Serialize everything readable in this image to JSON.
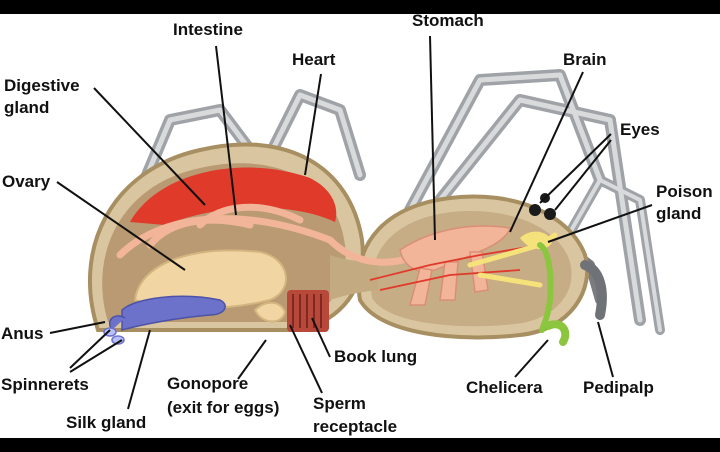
{
  "diagram": {
    "labels": {
      "intestine": "Intestine",
      "stomach": "Stomach",
      "heart": "Heart",
      "brain": "Brain",
      "digestive_gland_1": "Digestive",
      "digestive_gland_2": "gland",
      "eyes": "Eyes",
      "poison_gland_1": "Poison",
      "poison_gland_2": "gland",
      "ovary": "Ovary",
      "anus": "Anus",
      "book_lung": "Book lung",
      "spinnerets": "Spinnerets",
      "gonopore_1": "Gonopore",
      "gonopore_2": "(exit for eggs)",
      "chelicera": "Chelicera",
      "pedipalp": "Pedipalp",
      "silk_gland": "Silk gland",
      "sperm_receptacle_1": "Sperm",
      "sperm_receptacle_2": "receptacle"
    },
    "colors": {
      "body_outline": "#a88f62",
      "body_fill": "#d9c6a0",
      "cavity_fill": "#b99a73",
      "heart_red": "#e03a2b",
      "intestine_pink": "#f2b59a",
      "ovary_tan": "#f1d5a3",
      "silk_gland_blue": "#6c72c9",
      "book_lung_brown": "#b8483a",
      "poison_green": "#8cc63f",
      "nerve_yellow": "#f6e27a",
      "leg_gray": "#b9bcc0",
      "eye_black": "#1a1a1a"
    }
  }
}
